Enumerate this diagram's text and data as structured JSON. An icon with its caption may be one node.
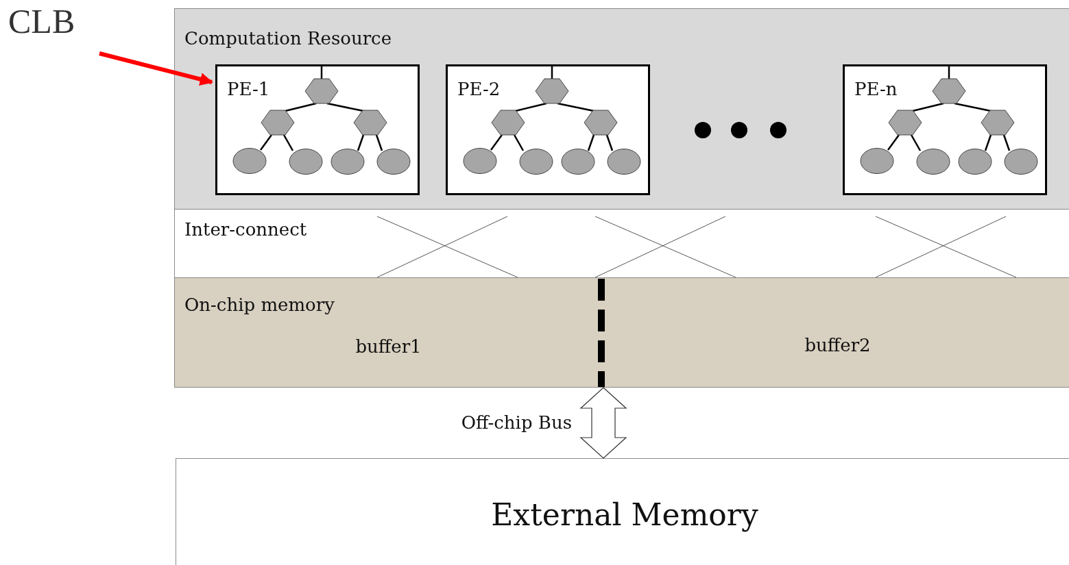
{
  "diagram": {
    "nodes": [
      {
        "text": [
          "CLB"
        ]
      },
      {
        "text": [
          "Computation Resource"
        ]
      },
      {
        "text": [
          "PE-1"
        ],
        "in": 1
      },
      {
        "text": [
          "PE-2"
        ],
        "in": 1
      },
      {
        "text": [
          "PE-n"
        ],
        "in": 1
      },
      {
        "text": [
          "Inter-connect"
        ]
      },
      {
        "text": [
          "On-chip memory"
        ]
      },
      {
        "text": [
          "buffer1"
        ],
        "in": 6
      },
      {
        "text": [
          "buffer2"
        ],
        "in": 6
      },
      {
        "text": [
          "External Memory"
        ]
      }
    ],
    "edges": [
      {
        "from": 0,
        "to": 2,
        "arrow": "to",
        "color": "#ff0000"
      },
      {
        "from": 6,
        "to": 9,
        "arrow": "both",
        "label": "Off-chip Bus"
      }
    ]
  }
}
